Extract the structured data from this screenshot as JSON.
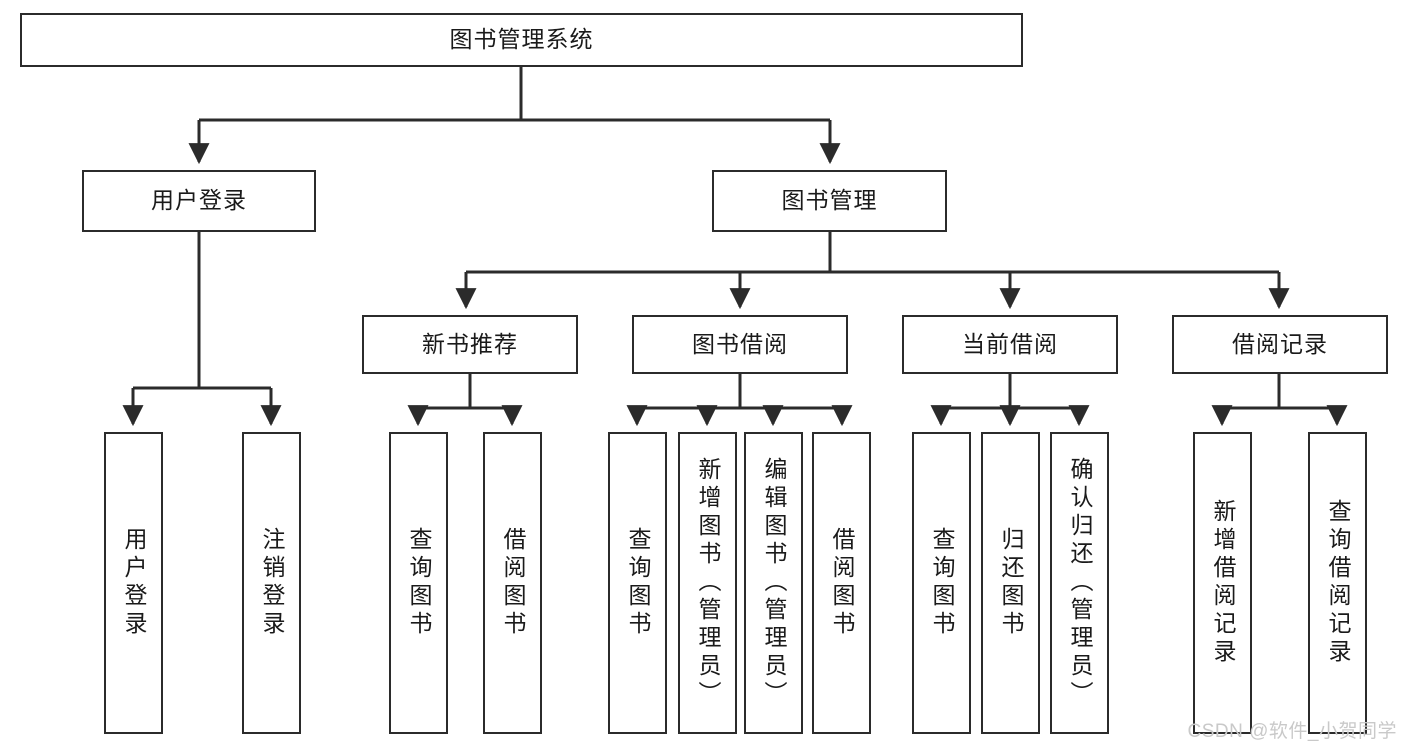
{
  "diagram": {
    "title": "图书管理系统",
    "watermark": "CSDN @软件_小贺同学",
    "colors": {
      "border": "#2b2b2b",
      "text": "#1a1a1a",
      "background": "#ffffff",
      "edge": "#2b2b2b",
      "watermark": "#c9c9c9"
    },
    "root": {
      "label": "图书管理系统"
    },
    "level2": [
      {
        "label": "用户登录"
      },
      {
        "label": "图书管理"
      }
    ],
    "level3": [
      {
        "label": "新书推荐"
      },
      {
        "label": "图书借阅"
      },
      {
        "label": "当前借阅"
      },
      {
        "label": "借阅记录"
      }
    ],
    "leaves": {
      "user_login": [
        {
          "label": "用户登录"
        },
        {
          "label": "注销登录"
        }
      ],
      "new_book_recommend": [
        {
          "label": "查询图书"
        },
        {
          "label": "借阅图书"
        }
      ],
      "book_borrow": [
        {
          "label": "查询图书"
        },
        {
          "label": "新增图书（管理员）"
        },
        {
          "label": "编辑图书（管理员）"
        },
        {
          "label": "借阅图书"
        }
      ],
      "current_borrow": [
        {
          "label": "查询图书"
        },
        {
          "label": "归还图书"
        },
        {
          "label": "确认归还（管理员）"
        }
      ],
      "borrow_record": [
        {
          "label": "新增借阅记录"
        },
        {
          "label": "查询借阅记录"
        }
      ]
    }
  }
}
